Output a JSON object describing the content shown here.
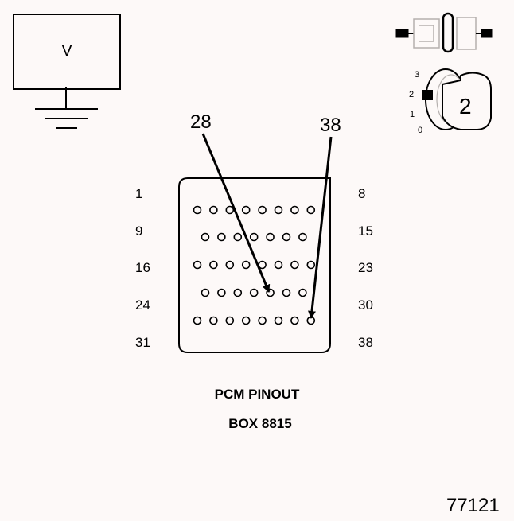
{
  "meter": {
    "label": "V"
  },
  "connector": {
    "row_labels_left": [
      "1",
      "9",
      "16",
      "24",
      "31"
    ],
    "row_labels_right": [
      "8",
      "15",
      "23",
      "30",
      "38"
    ],
    "pin_rows": [
      8,
      7,
      8,
      7,
      8
    ],
    "callouts": [
      "28",
      "38"
    ]
  },
  "ignition": {
    "positions": [
      "3",
      "2",
      "1",
      "0"
    ],
    "selected_position": "2"
  },
  "caption": {
    "line1": "PCM PINOUT",
    "line2": "BOX 8815"
  },
  "figure_number": "77121"
}
